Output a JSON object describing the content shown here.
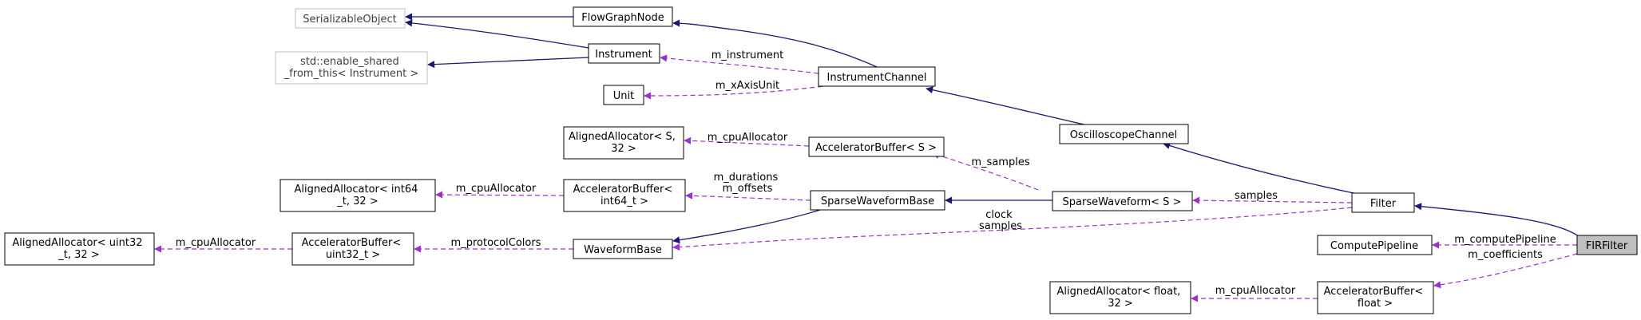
{
  "colors": {
    "inheritance": "#191970",
    "usage": "#9a32cd",
    "self_fill": "#bfbfbf",
    "external_border": "#bfbfbf"
  },
  "nodes": {
    "serializable": [
      "SerializableObject"
    ],
    "flowgraphnode": [
      "FlowGraphNode"
    ],
    "instrument": [
      "Instrument"
    ],
    "enable_shared": [
      "std::enable_shared",
      "_from_this< Instrument >"
    ],
    "instrumentchannel": [
      "InstrumentChannel"
    ],
    "unit": [
      "Unit"
    ],
    "aligned_s": [
      "AlignedAllocator< S,",
      "32 >"
    ],
    "accel_s": [
      "AcceleratorBuffer< S >"
    ],
    "oscilloscopechannel": [
      "OscilloscopeChannel"
    ],
    "aligned_int64": [
      "AlignedAllocator< int64",
      "_t, 32 >"
    ],
    "accel_int64": [
      "AcceleratorBuffer<",
      "int64_t >"
    ],
    "sparsewaveformbase": [
      "SparseWaveformBase"
    ],
    "sparsewaveform": [
      "SparseWaveform< S >"
    ],
    "filter": [
      "Filter"
    ],
    "aligned_uint32": [
      "AlignedAllocator< uint32",
      "_t, 32 >"
    ],
    "accel_uint32": [
      "AcceleratorBuffer<",
      "uint32_t >"
    ],
    "waveformbase": [
      "WaveformBase"
    ],
    "computepipeline": [
      "ComputePipeline"
    ],
    "firfilter": [
      "FIRFilter"
    ],
    "aligned_float": [
      "AlignedAllocator< float,",
      "32 >"
    ],
    "accel_float": [
      "AcceleratorBuffer<",
      "float >"
    ]
  },
  "edge_labels": {
    "m_instrument": [
      "m_instrument"
    ],
    "m_xaxisunit": [
      "m_xAxisUnit"
    ],
    "m_cpuallocator_s": [
      "m_cpuAllocator"
    ],
    "m_samples": [
      "m_samples"
    ],
    "m_cpuallocator_int64": [
      "m_cpuAllocator"
    ],
    "m_durations_offsets": [
      "m_durations",
      "m_offsets"
    ],
    "samples": [
      "samples"
    ],
    "clock_samples": [
      "clock",
      "samples"
    ],
    "m_cpuallocator_uint32": [
      "m_cpuAllocator"
    ],
    "m_protocolcolors": [
      "m_protocolColors"
    ],
    "m_computepipeline": [
      "m_computePipeline"
    ],
    "m_coefficients": [
      "m_coefficients"
    ],
    "m_cpuallocator_float": [
      "m_cpuAllocator"
    ]
  }
}
